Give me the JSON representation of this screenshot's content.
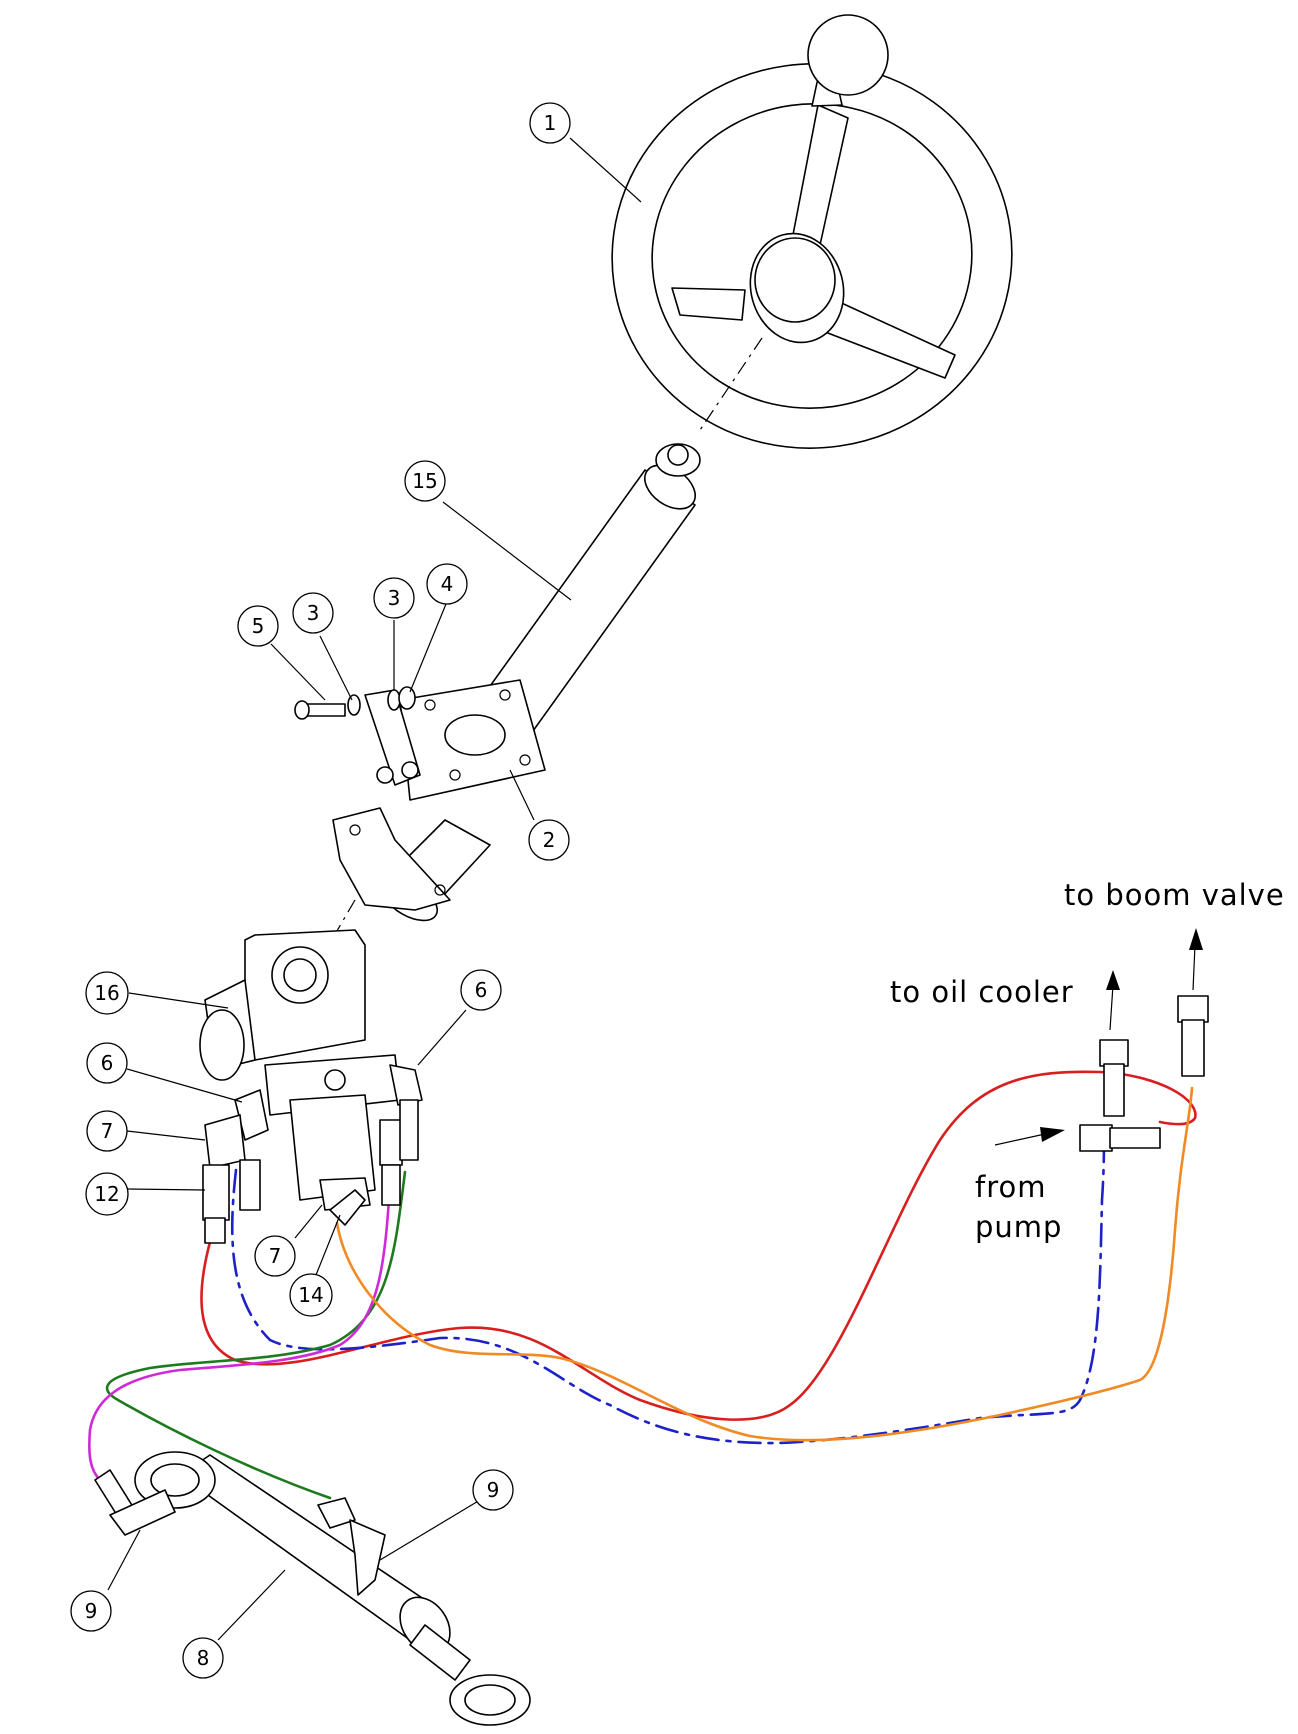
{
  "labels": {
    "to_boom_valve": "to boom valve",
    "to_oil_cooler": "to oil cooler",
    "from_pump_line1": "from",
    "from_pump_line2": "pump"
  },
  "balloons": [
    {
      "id": "b1",
      "number": "1"
    },
    {
      "id": "b15",
      "number": "15"
    },
    {
      "id": "b5",
      "number": "5"
    },
    {
      "id": "b3a",
      "number": "3"
    },
    {
      "id": "b3b",
      "number": "3"
    },
    {
      "id": "b4",
      "number": "4"
    },
    {
      "id": "b2",
      "number": "2"
    },
    {
      "id": "b16",
      "number": "16"
    },
    {
      "id": "b6a",
      "number": "6"
    },
    {
      "id": "b6b",
      "number": "6"
    },
    {
      "id": "b7a",
      "number": "7"
    },
    {
      "id": "b12",
      "number": "12"
    },
    {
      "id": "b7b",
      "number": "7"
    },
    {
      "id": "b14",
      "number": "14"
    },
    {
      "id": "b9a",
      "number": "9"
    },
    {
      "id": "b9b",
      "number": "9"
    },
    {
      "id": "b8",
      "number": "8"
    }
  ],
  "colors": {
    "red": "#d81e1e",
    "blue": "#1c22c8",
    "green": "#1e7a1e",
    "magenta": "#d02ad8",
    "orange": "#f08a24"
  }
}
